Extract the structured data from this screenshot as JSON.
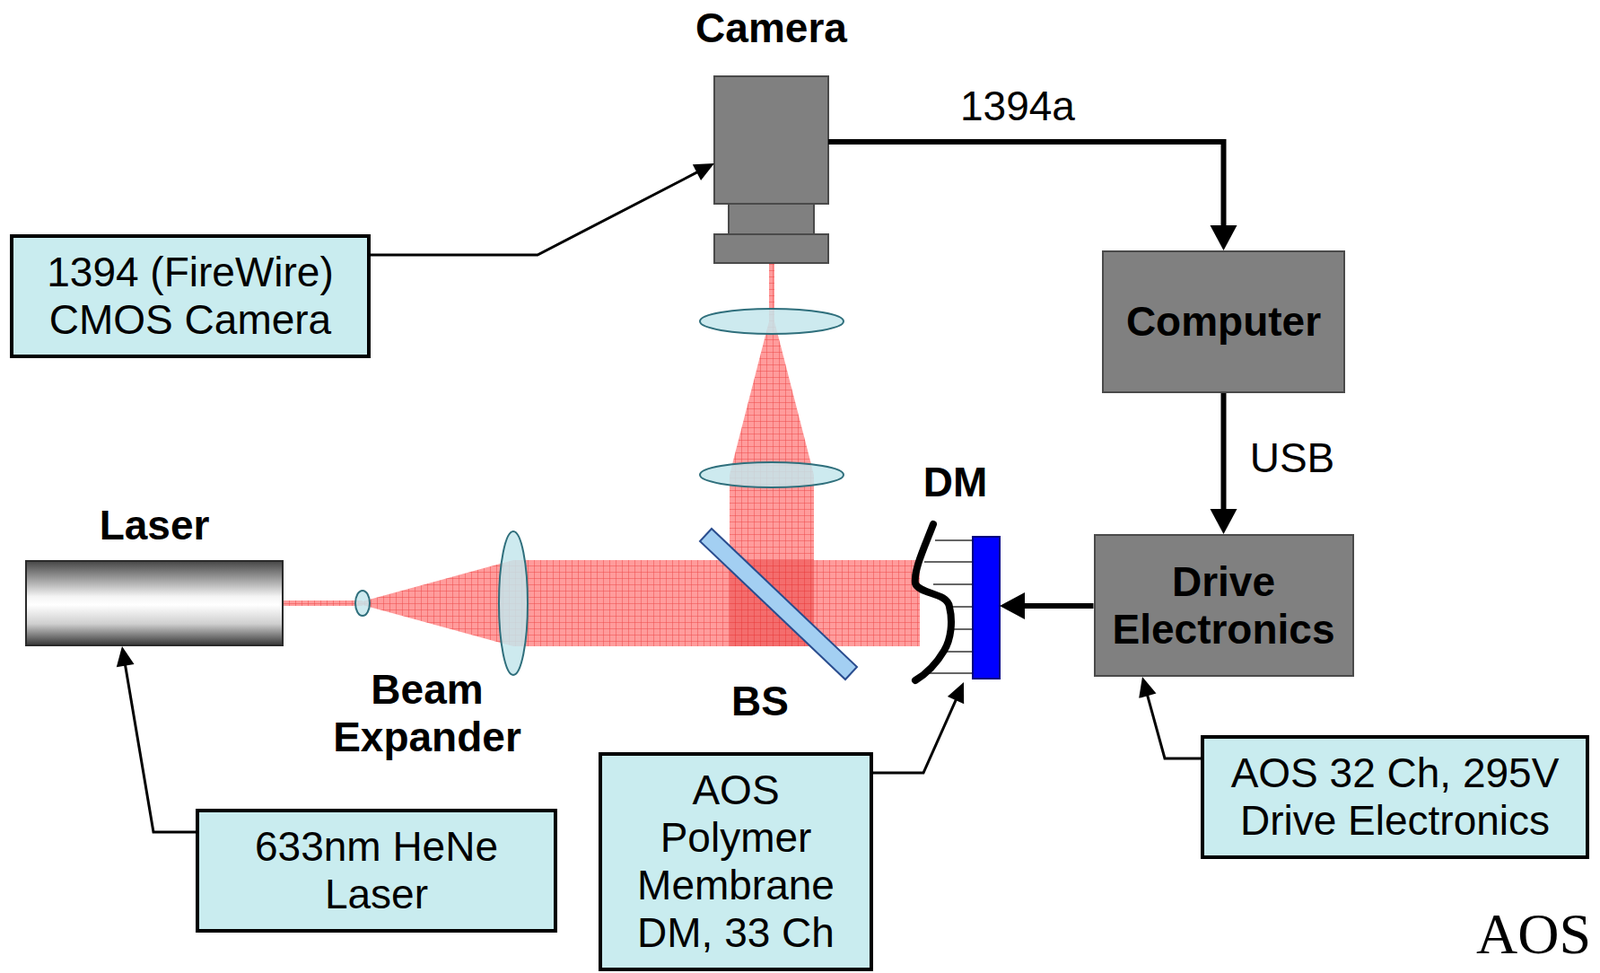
{
  "diagram": {
    "nodes": [
      {
        "text": [
          "Camera"
        ]
      },
      {
        "text": [
          "1394 (FireWire) CMOS Camera"
        ]
      },
      {
        "text": [
          "Computer"
        ]
      },
      {
        "text": [
          "Laser"
        ]
      },
      {
        "text": [
          "DM"
        ]
      },
      {
        "text": [
          "Drive Electronics"
        ]
      },
      {
        "text": [
          "633nm HeNe Laser"
        ]
      },
      {
        "text": [
          "AOS Polymer Membrane DM, 33 Ch"
        ]
      },
      {
        "text": [
          "AOS 32 Ch, 295V Drive Electronics"
        ]
      }
    ],
    "edges": [
      {
        "from": 0,
        "to": 2,
        "label": "1394a",
        "arrow": "to"
      },
      {
        "from": 2,
        "to": 5,
        "label": "USB",
        "arrow": "to"
      },
      {
        "from": 5,
        "to": 4,
        "arrow": "to"
      },
      {
        "from": 1,
        "to": 0,
        "arrow": "to"
      },
      {
        "from": 6,
        "to": 3,
        "arrow": "to"
      },
      {
        "from": 7,
        "to": 4,
        "arrow": "to"
      },
      {
        "from": 8,
        "to": 5,
        "arrow": "to"
      }
    ],
    "labels": [
      "Beam Expander",
      "BS",
      "AOS"
    ]
  }
}
